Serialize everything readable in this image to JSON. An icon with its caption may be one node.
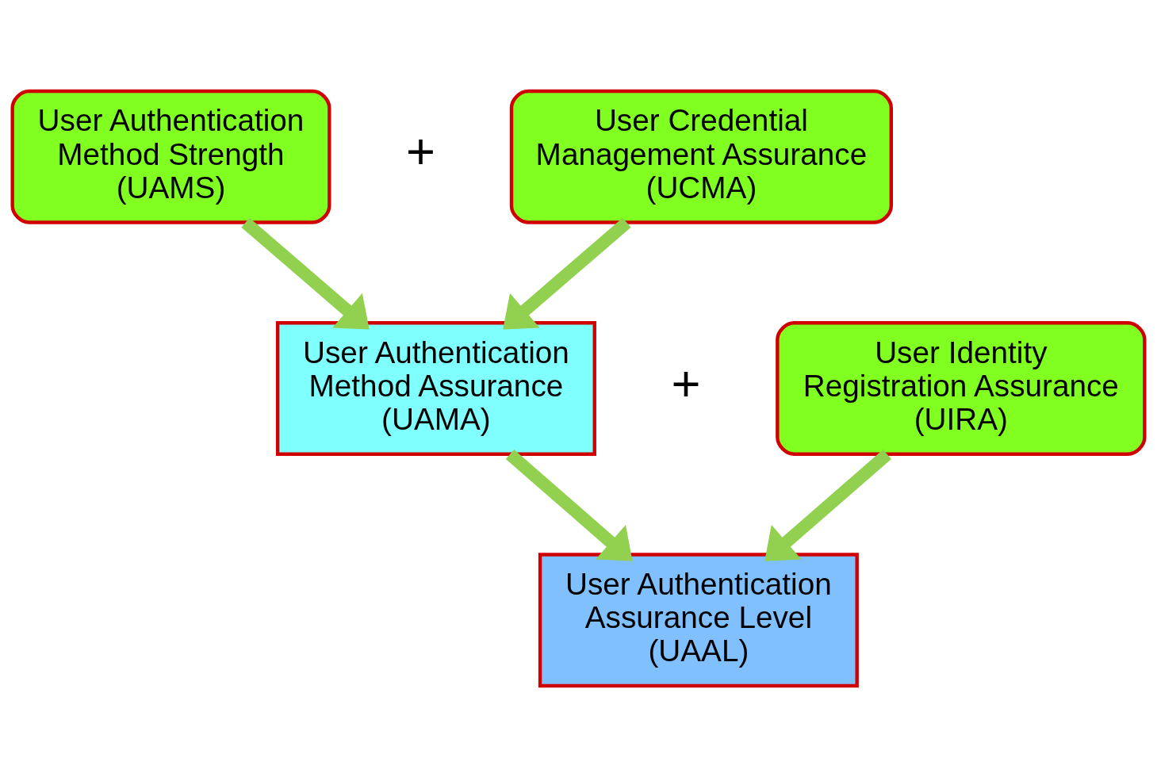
{
  "diagram": {
    "nodes": [
      {
        "text": [
          "User Authentication Method Strength",
          "(UAMS)"
        ]
      },
      {
        "text": [
          "User Credential Management Assurance",
          "(UCMA)"
        ]
      },
      {
        "text": [
          "User Authentication Method Assurance",
          "(UAMA)"
        ]
      },
      {
        "text": [
          "User Identity Registration Assurance",
          "(UIRA)"
        ]
      },
      {
        "text": [
          "User Authentication Assurance Level",
          "(UAAL)"
        ]
      }
    ],
    "edges": [
      {
        "from": 0,
        "to": 2,
        "arrow": "to"
      },
      {
        "from": 1,
        "to": 2,
        "arrow": "to"
      },
      {
        "from": 2,
        "to": 4,
        "arrow": "to"
      },
      {
        "from": 3,
        "to": 4,
        "arrow": "to"
      }
    ],
    "labels": [
      "+",
      "+"
    ]
  }
}
